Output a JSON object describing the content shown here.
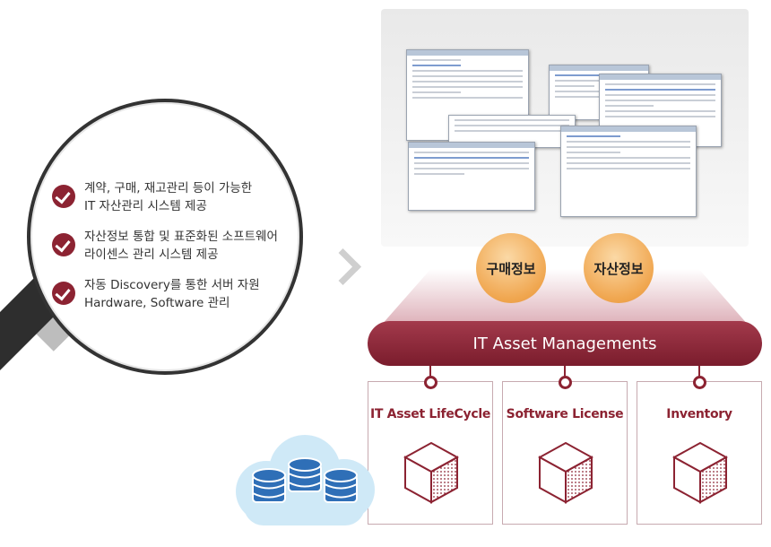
{
  "features": [
    {
      "line1": "계약, 구매, 재고관리 등이 가능한",
      "line2": "IT 자산관리 시스템 제공"
    },
    {
      "line1": "자산정보 통합 및 표준화된 소프트웨어",
      "line2": "라이센스 관리 시스템 제공"
    },
    {
      "line1": "자동 Discovery를 통한 서버 자원",
      "line2": "Hardware, Software 관리"
    }
  ],
  "bubbles": {
    "left": "구매정보",
    "right": "자산정보"
  },
  "banner": "IT Asset Managements",
  "modules": [
    {
      "title": "IT Asset LifeCycle"
    },
    {
      "title": "Software License"
    },
    {
      "title": "Inventory"
    }
  ],
  "colors": {
    "accent": "#8c2332",
    "bubble": "#f0a64f",
    "cloud": "#cde9f7",
    "database": "#2f6fb7"
  },
  "icons": [
    "check-icon",
    "chevron-right-icon",
    "cube-icon",
    "database-icon",
    "cloud-icon",
    "magnifier-icon"
  ]
}
